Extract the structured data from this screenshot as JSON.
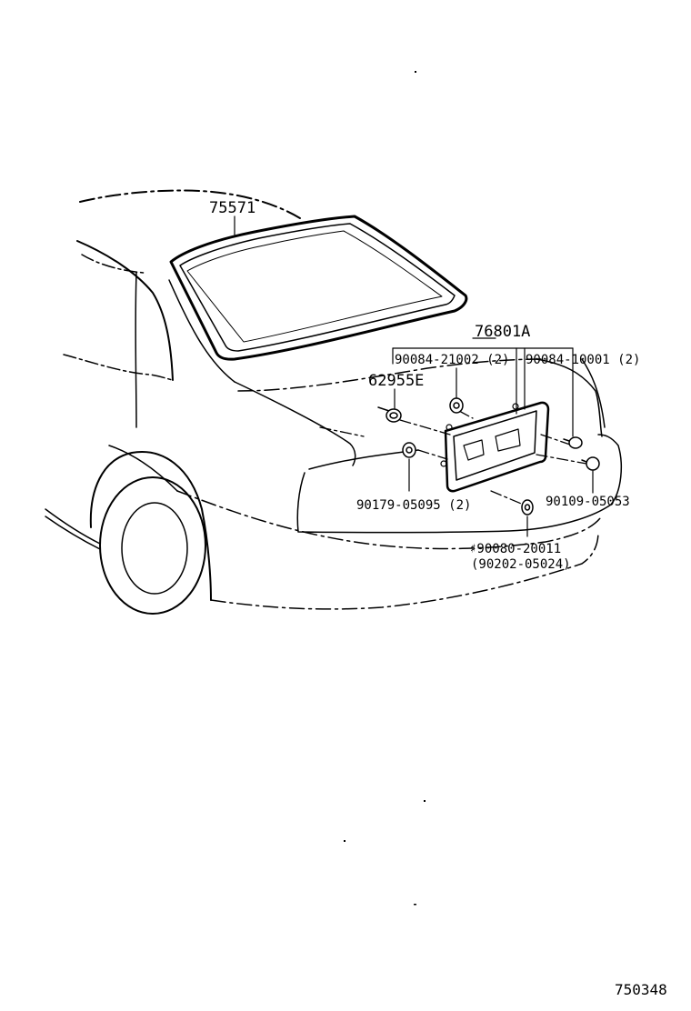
{
  "diagram": {
    "callouts": {
      "rear_window": "75571",
      "license_bracket": "76801A",
      "screw_left": "90084-21002 (2)",
      "screw_right": "90084-10001 (2)",
      "bolt": "62955E",
      "clip_lower_left": "90179-05095 (2)",
      "clip_lower_right": "90109-05053",
      "nut_primary": "♯90080-20011",
      "nut_alt": "(90202-05024)"
    },
    "figure_id": "750348"
  }
}
